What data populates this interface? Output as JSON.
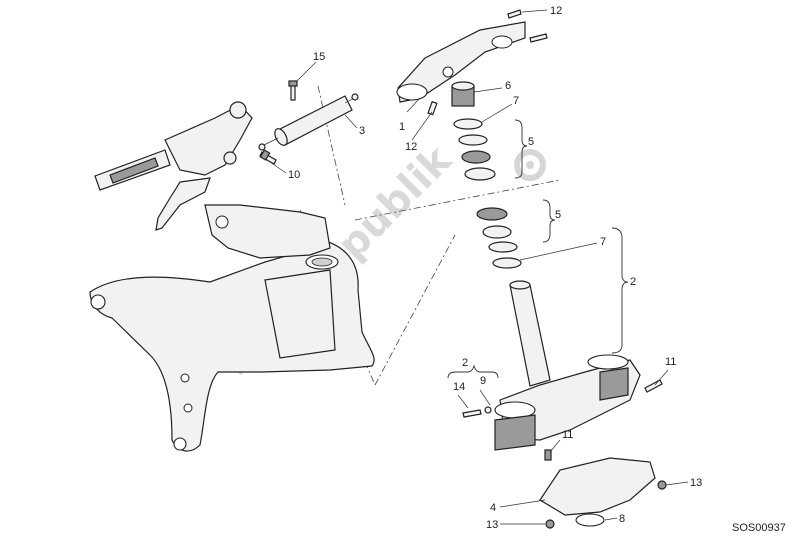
{
  "diagram": {
    "drawing_code": "SOS00937",
    "watermark": "Partsrepublik",
    "callouts": [
      "12",
      "15",
      "6",
      "7",
      "1",
      "12",
      "3",
      "5",
      "10",
      "5",
      "7",
      "2",
      "11",
      "2",
      "14",
      "9",
      "11",
      "13",
      "4",
      "13",
      "8"
    ]
  }
}
